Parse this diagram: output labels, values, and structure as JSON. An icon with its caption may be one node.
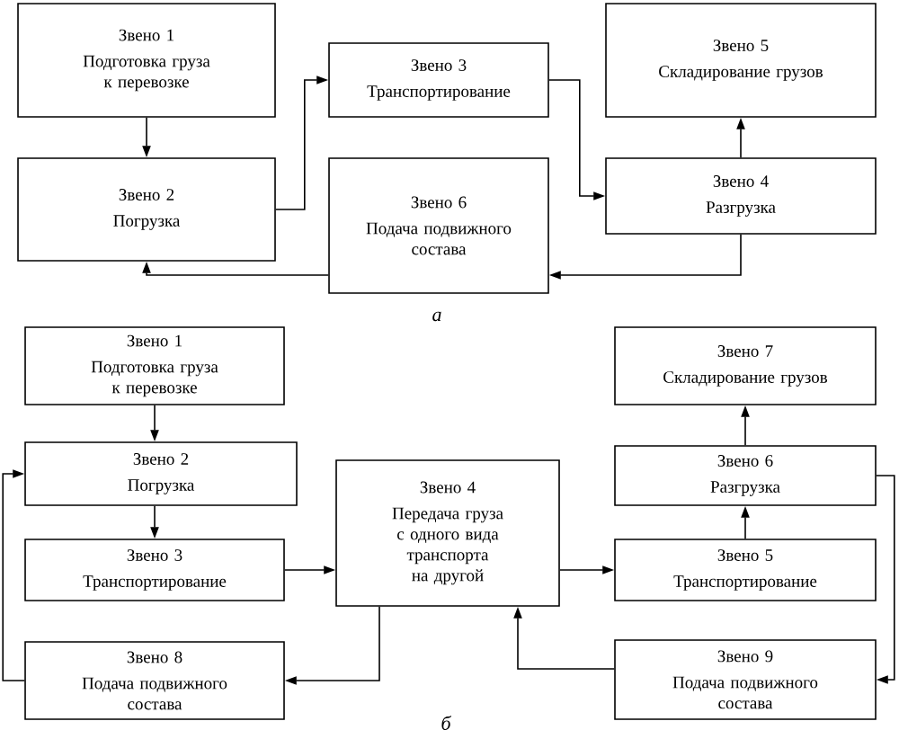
{
  "diagram": {
    "nodes": [
      {
        "text": [
          "Звено 1",
          "Подготовка груза к перевозке"
        ]
      },
      {
        "text": [
          "Звено 3",
          "Транспортирование"
        ]
      },
      {
        "text": [
          "Звено 5",
          "Складирование грузов"
        ]
      },
      {
        "text": [
          "Звено 2",
          "Погрузка"
        ]
      },
      {
        "text": [
          "Звено 6",
          "Подача подвижного состава"
        ]
      },
      {
        "text": [
          "Звено 4",
          "Разгрузка"
        ]
      },
      {
        "text": [
          "Звено 1",
          "Подготовка груза к перевозке"
        ]
      },
      {
        "text": [
          "Звено 7",
          "Складирование грузов"
        ]
      },
      {
        "text": [
          "Звено 2",
          "Погрузка"
        ]
      },
      {
        "text": [
          "Звено 6",
          "Разгрузка"
        ]
      },
      {
        "text": [
          "Звено 4",
          "Передача груза с одного вида транспорта на другой"
        ]
      },
      {
        "text": [
          "Звено 3",
          "Транспортирование"
        ]
      },
      {
        "text": [
          "Звено 5",
          "Транспортирование"
        ]
      },
      {
        "text": [
          "Звено 8",
          "Подача подвижного состава"
        ]
      },
      {
        "text": [
          "Звено 9",
          "Подача подвижного состава"
        ]
      }
    ],
    "edges": [
      {
        "from": 0,
        "to": 3,
        "arrow": "to"
      },
      {
        "from": 3,
        "to": 1,
        "arrow": "to"
      },
      {
        "from": 1,
        "to": 5,
        "arrow": "to"
      },
      {
        "from": 5,
        "to": 2,
        "arrow": "to"
      },
      {
        "from": 5,
        "to": 4,
        "arrow": "to"
      },
      {
        "from": 4,
        "to": 3,
        "arrow": "to"
      },
      {
        "from": 6,
        "to": 8,
        "arrow": "to"
      },
      {
        "from": 8,
        "to": 11,
        "arrow": "to"
      },
      {
        "from": 11,
        "to": 10,
        "arrow": "to"
      },
      {
        "from": 10,
        "to": 12,
        "arrow": "to"
      },
      {
        "from": 12,
        "to": 9,
        "arrow": "to"
      },
      {
        "from": 9,
        "to": 7,
        "arrow": "to"
      },
      {
        "from": 9,
        "to": 14,
        "arrow": "to"
      },
      {
        "from": 14,
        "to": 10,
        "arrow": "to"
      },
      {
        "from": 10,
        "to": 13,
        "arrow": "to"
      },
      {
        "from": 13,
        "to": 8,
        "arrow": "to"
      }
    ],
    "labels": [
      "а",
      "б"
    ]
  }
}
